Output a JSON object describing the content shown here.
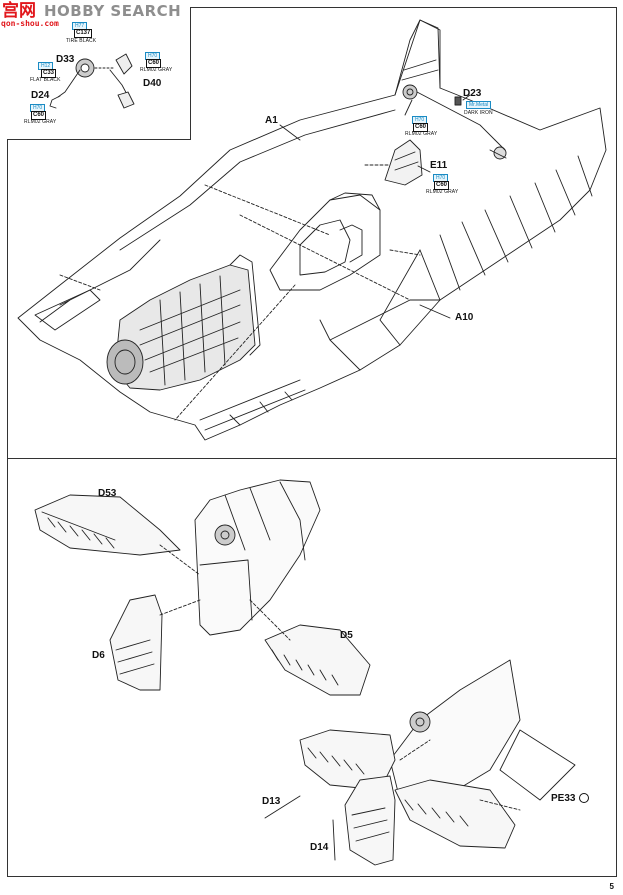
{
  "watermark": {
    "logo": "宫网",
    "brand": "HOBBY SEARCH",
    "url": "qon-shou.com"
  },
  "page_number": "5",
  "inset": {
    "chip_c137": "C137",
    "chip_c137_top": "H77",
    "c137_name": "TIRE BLACK",
    "chip_c33_top": "H12",
    "code_c33": "C33",
    "c33_name": "FLAT BLACK",
    "chip_c60_top": "H70",
    "code_c60": "C60",
    "c60_name": "RLM02 GRAY",
    "chip_c60b_top": "H70",
    "code_c60b": "C60",
    "c60b_name": "RLM02 GRAY",
    "part_d33": "D33",
    "part_d40": "D40",
    "part_d24": "D24"
  },
  "main": {
    "part_a1": "A1",
    "part_a10": "A10",
    "part_d23": "D23",
    "d23_chip_top": "Mr.Metal",
    "d23_name": "DARK IRON",
    "chip_c60_top": "H70",
    "code_c60": "C60",
    "c60_name": "RLM02 GRAY",
    "part_e11": "E11",
    "e11_chip_top": "H70",
    "e11_code": "C60",
    "e11_name": "RLM02 GRAY"
  },
  "tail": {
    "part_d53": "D53",
    "part_d5": "D5",
    "part_d6": "D6",
    "part_d13": "D13",
    "part_d14": "D14",
    "part_pe33": "PE33"
  }
}
